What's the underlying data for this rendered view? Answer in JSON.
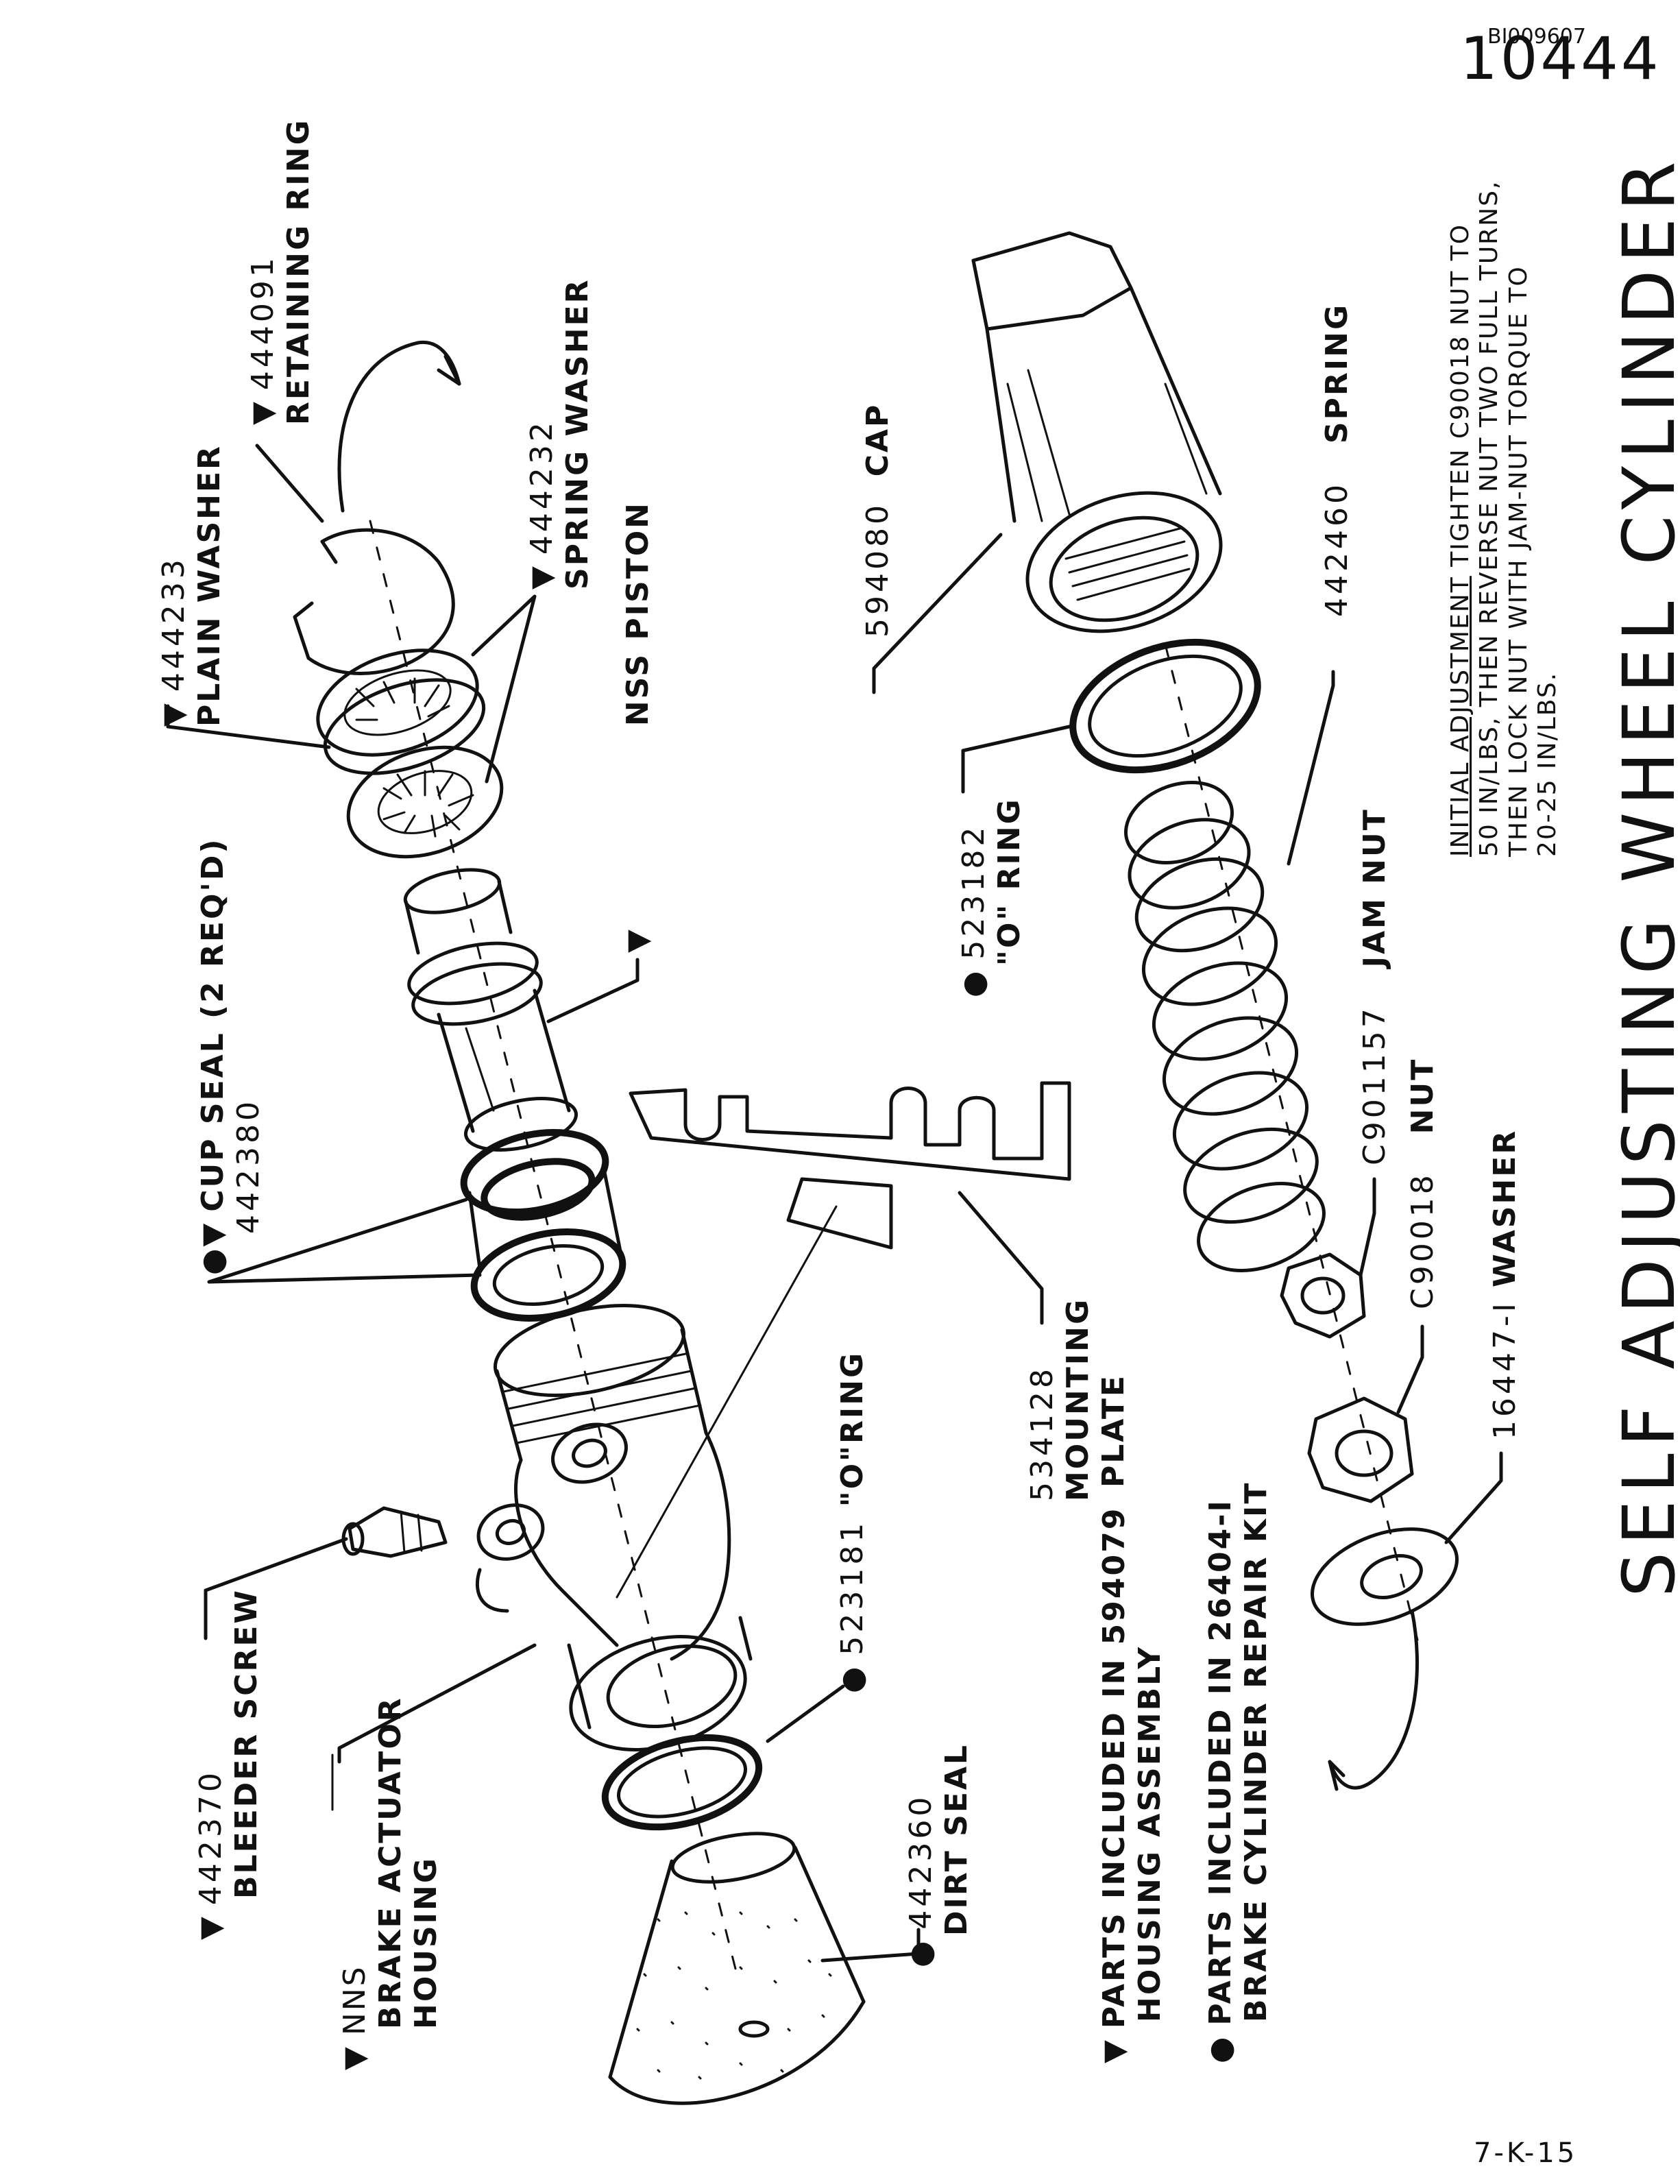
{
  "document": {
    "doc_id": "BI009607",
    "drawing_number": "10444",
    "title": "SELF ADJUSTING WHEEL CYLINDER",
    "page_number": "7-K-15"
  },
  "symbols": {
    "triangle": "▼",
    "dot": "●"
  },
  "parts": {
    "retaining_ring": {
      "number": "444091",
      "name": "RETAINING RING",
      "marker": "▼"
    },
    "plain_washer": {
      "number": "444233",
      "name": "PLAIN WASHER",
      "marker": "▼"
    },
    "spring_washer": {
      "number": "444232",
      "name": "SPRING WASHER",
      "marker": "▼"
    },
    "piston": {
      "name": "NSS PISTON",
      "marker": "▼"
    },
    "cup_seal": {
      "name": "CUP SEAL (2 REQ'D)",
      "number": "442380",
      "marker": "●▼"
    },
    "bleeder_screw": {
      "number": "442370",
      "name": "BLEEDER SCREW",
      "marker": "▼"
    },
    "housing": {
      "code": "NNS",
      "name_line1": "BRAKE  ACTUATOR",
      "name_line2": "HOUSING",
      "marker": "▼"
    },
    "o_ring_housing": {
      "number": "523181",
      "name": "\"O\"RING",
      "marker": "●"
    },
    "dirt_seal": {
      "number": "442360",
      "name": "DIRT SEAL",
      "marker": "●"
    },
    "mounting_plate": {
      "number": "534128",
      "name_line1": "MOUNTING",
      "name_line2": "PLATE"
    },
    "o_ring_cap": {
      "number": "523182",
      "name": "\"O\"  RING",
      "marker": "●"
    },
    "cap": {
      "number": "594080",
      "name": "CAP"
    },
    "spring": {
      "number": "442460",
      "name": "SPRING"
    },
    "jam_nut": {
      "number": "C901157",
      "name": "JAM NUT"
    },
    "nut": {
      "number": "C90018",
      "name": "NUT"
    },
    "washer": {
      "number": "16447-I",
      "name": "WASHER"
    }
  },
  "legend": {
    "triangle_line1": "PARTS  INCLUDED  IN  594079",
    "triangle_line2": "HOUSING ASSEMBLY",
    "dot_line1": "PARTS  INCLUDED  IN  26404-I",
    "dot_line2": "BRAKE  CYLINDER  REPAIR  KIT"
  },
  "note": {
    "heading": "INITIAL  ADJUSTMENT",
    "line1_rest": " TIGHTEN C90018 NUT TO",
    "line2": "50  IN/LBS, THEN REVERSE  NUT TWO FULL TURNS,",
    "line3": "THEN LOCK NUT WITH JAM-NUT TORQUE TO",
    "line4": "20-25 IN/LBS."
  }
}
